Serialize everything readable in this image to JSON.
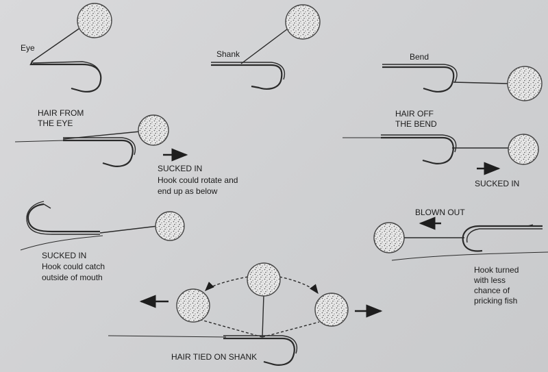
{
  "labels": {
    "eye": "Eye",
    "shank": "Shank",
    "bend": "Bend",
    "hair_from_the_eye_1": "HAIR FROM",
    "hair_from_the_eye_2": "THE EYE",
    "hair_off_the_bend_1": "HAIR OFF",
    "hair_off_the_bend_2": "THE BEND",
    "sucked_in_rotate_title": "SUCKED IN",
    "sucked_in_rotate_line1": "Hook could rotate and",
    "sucked_in_rotate_line2": "end up as below",
    "sucked_in_right": "SUCKED IN",
    "blown_out": "BLOWN OUT",
    "sucked_in_catch_title": "SUCKED IN",
    "sucked_in_catch_line1": "Hook could catch",
    "sucked_in_catch_line2": "outside of mouth",
    "hook_turned_1": "Hook turned",
    "hook_turned_2": "with less",
    "hook_turned_3": "chance of",
    "hook_turned_4": "pricking fish",
    "hair_tied_on_shank": "HAIR TIED ON SHANK"
  },
  "colors": {
    "background": "#d4d5d7",
    "line": "#2a2a2a",
    "bait": "#e6e6e6",
    "bait_speckle": "#6f6f6f"
  }
}
